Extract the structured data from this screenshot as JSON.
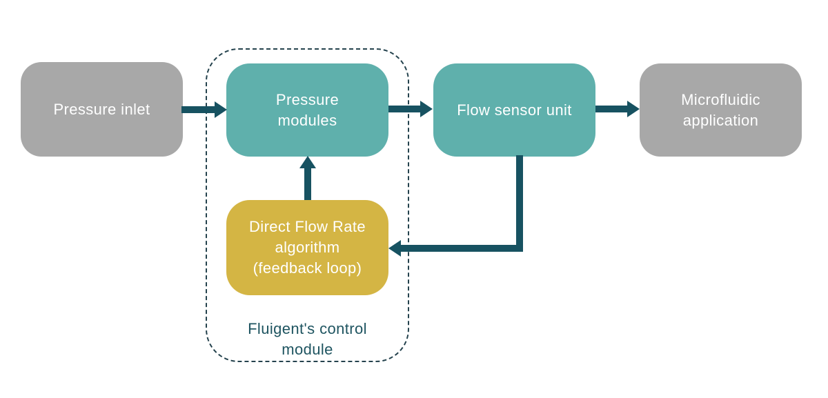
{
  "diagram": {
    "nodes": {
      "pressure_inlet": {
        "label": "Pressure inlet",
        "color": "gray"
      },
      "pressure_modules": {
        "lines": [
          "Pressure",
          "modules"
        ],
        "color": "teal"
      },
      "flow_sensor_unit": {
        "label": "Flow sensor unit",
        "color": "teal"
      },
      "microfluidic_application": {
        "lines": [
          "Microfluidic",
          "application"
        ],
        "color": "gray"
      },
      "dfr_algorithm": {
        "lines": [
          "Direct Flow Rate",
          "algorithm",
          "(feedback loop)"
        ],
        "color": "yellow"
      }
    },
    "group": {
      "lines": [
        "Fluigent's control",
        "module"
      ],
      "contains": [
        "pressure_modules",
        "dfr_algorithm"
      ],
      "border_style": "dashed"
    },
    "edges": [
      {
        "from": "pressure_inlet",
        "to": "pressure_modules",
        "shape": "straight-right"
      },
      {
        "from": "pressure_modules",
        "to": "flow_sensor_unit",
        "shape": "straight-right"
      },
      {
        "from": "flow_sensor_unit",
        "to": "microfluidic_application",
        "shape": "straight-right"
      },
      {
        "from": "flow_sensor_unit",
        "to": "dfr_algorithm",
        "shape": "down-then-left"
      },
      {
        "from": "dfr_algorithm",
        "to": "pressure_modules",
        "shape": "straight-up"
      }
    ]
  },
  "colors": {
    "background": "#ffffff",
    "node-gray": "#a8a8a8",
    "node-teal": "#5fb0ac",
    "node-yellow": "#d4b544",
    "node-text": "#ffffff",
    "arrow": "#175261",
    "group-border": "#24424d",
    "group-label": "#1e5460"
  }
}
